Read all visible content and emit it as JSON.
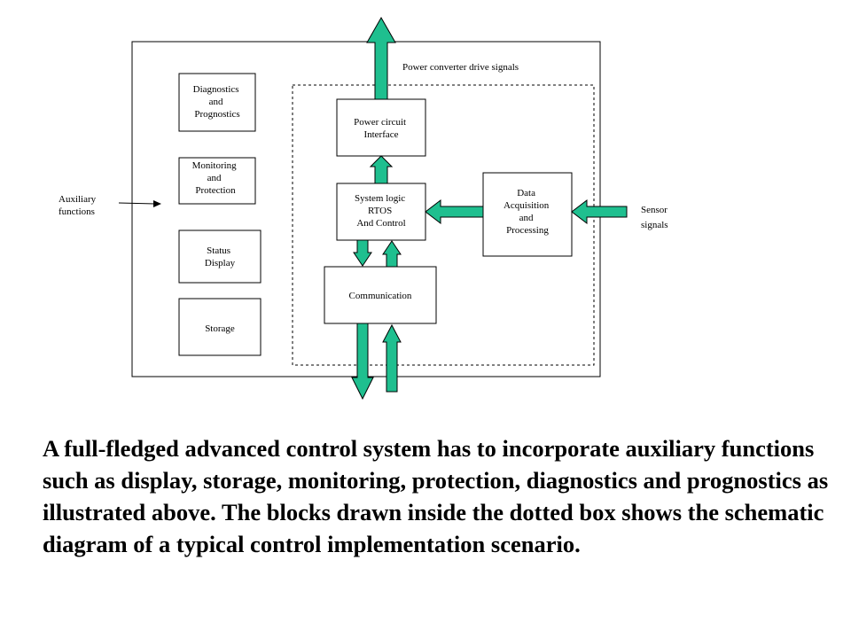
{
  "diagram": {
    "labels": {
      "power_converter_signals": "Power converter drive signals",
      "auxiliary": [
        "Auxiliary",
        "functions"
      ],
      "sensor": [
        "Sensor",
        "signals"
      ]
    },
    "blocks": {
      "diagnostics": [
        "Diagnostics",
        "and",
        "Prognostics"
      ],
      "monitoring": [
        "Monitoring",
        "and",
        "Protection"
      ],
      "status": [
        "Status",
        "Display"
      ],
      "storage": [
        "Storage"
      ],
      "power_circuit": [
        "Power circuit",
        "Interface"
      ],
      "system_logic": [
        "System logic",
        "RTOS",
        "And Control"
      ],
      "data_acquisition": [
        "Data",
        "Acquisition",
        "and",
        "Processing"
      ],
      "communication": [
        "Communication"
      ]
    },
    "colors": {
      "arrow_fill": "#1fbf8f",
      "stroke": "#000000"
    }
  },
  "caption": "A full-fledged advanced control system has to incorporate auxiliary functions such as display, storage, monitoring, protection, diagnostics and prognostics as illustrated above. The blocks drawn inside the dotted box shows the schematic diagram of a typical control implementation scenario."
}
